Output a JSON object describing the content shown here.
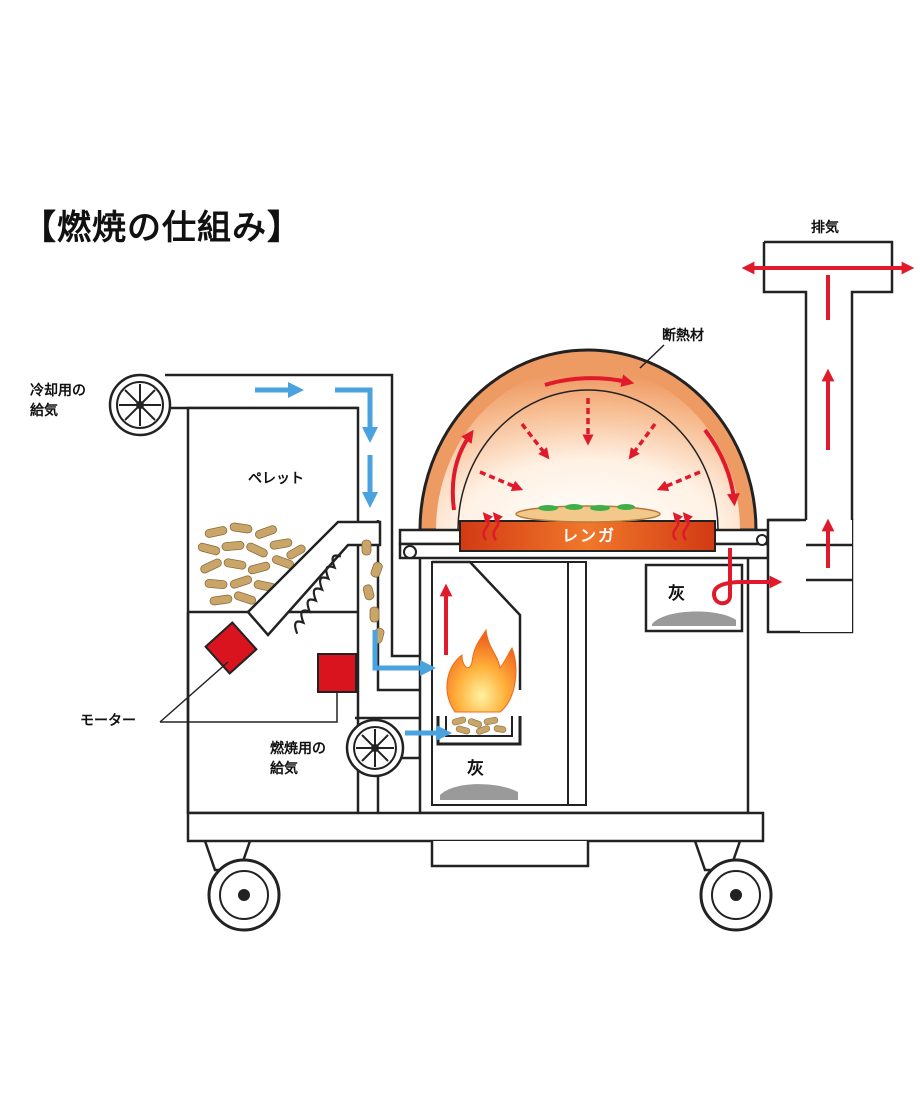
{
  "title": "【燃焼の仕組み】",
  "labels": {
    "exhaust": "排気",
    "insulation": "断熱材",
    "cooling_air_line1": "冷却用の",
    "cooling_air_line2": "給気",
    "pellet": "ペレット",
    "brick": "レンガ",
    "ash_upper": "灰",
    "ash_lower": "灰",
    "motor": "モーター",
    "combustion_air_line1": "燃焼用の",
    "combustion_air_line2": "給気"
  },
  "colors": {
    "air_arrow": "#4aa3df",
    "heat_arrow": "#e0192b",
    "brick": "#e8551c",
    "motor": "#d9141e",
    "pellet": "#c9a56a",
    "outline": "#222222",
    "ash": "#9a9a9a"
  }
}
